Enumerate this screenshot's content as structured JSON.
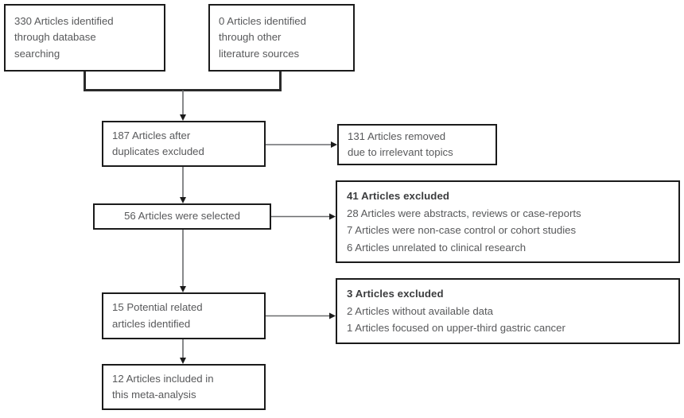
{
  "diagram": {
    "type": "prisma-flow-diagram",
    "background_color": "#ffffff",
    "box_border_color": "#1b1b1b",
    "text_color": "#58595b",
    "nodes": {
      "database": {
        "lines": [
          "330 Articles identified",
          "through database",
          "searching"
        ],
        "count": 330
      },
      "other_sources": {
        "lines": [
          "0 Articles identified",
          "through other",
          "literature sources"
        ],
        "count": 0
      },
      "duplicates": {
        "lines": [
          "187 Articles after",
          "duplicates excluded"
        ],
        "count": 187
      },
      "removed": {
        "lines": [
          "131 Articles removed",
          "due to irrelevant topics"
        ],
        "count": 131
      },
      "selected": {
        "lines": [
          "56 Articles were selected"
        ],
        "count": 56
      },
      "excluded_41": {
        "heading": "41 Articles excluded",
        "count": 41,
        "reasons": [
          "28 Articles were abstracts, reviews or case-reports",
          "7 Articles were non-case control or cohort studies",
          "6 Articles unrelated to clinical research"
        ]
      },
      "potential": {
        "lines": [
          "15 Potential related",
          "articles identified"
        ],
        "count": 15
      },
      "excluded_3": {
        "heading": "3 Articles excluded",
        "count": 3,
        "reasons": [
          "2 Articles without available data",
          "1 Articles focused on upper-third gastric cancer"
        ]
      },
      "included": {
        "lines": [
          "12 Articles included in",
          "this meta-analysis"
        ],
        "count": 12
      }
    }
  }
}
